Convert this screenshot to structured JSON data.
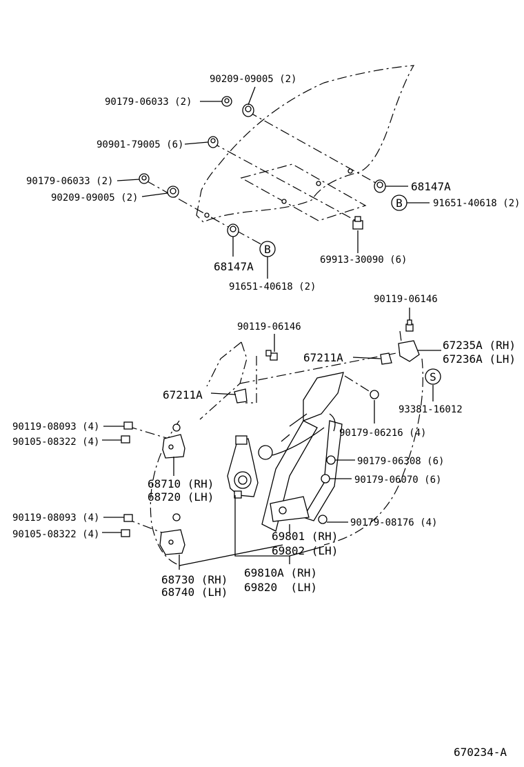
{
  "figure_code": "670234-A",
  "labels": {
    "p1": "90209-09005 (2)",
    "p2": "90179-06033 (2)",
    "p3": "90901-79005 (6)",
    "p4": "90179-06033 (2)",
    "p5": "90209-09005 (2)",
    "p6": "68147A",
    "p7": "91651-40618 (2)",
    "p8": "69913-30090 (6)",
    "p9": "68147A",
    "p10": "91651-40618 (2)",
    "p11": "90119-06146",
    "p12": "90119-06146",
    "p13": "67211A",
    "p14": "67235A (RH)",
    "p15": "67236A (LH)",
    "p16": "67211A",
    "p17": "93381-16012",
    "p18": "90119-08093 (4)",
    "p19": "90105-08322 (4)",
    "p20": "90179-06216 (4)",
    "p21": "90179-06308 (6)",
    "p22": "68710 (RH)",
    "p23": "68720 (LH)",
    "p24": "90179-06070 (6)",
    "p25": "90119-08093 (4)",
    "p26": "90105-08322 (4)",
    "p27": "90179-08176 (4)",
    "p28": "69801 (RH)",
    "p29": "69802 (LH)",
    "p30": "68730 (RH)",
    "p31": "68740 (LH)",
    "p32": "69810A (RH)",
    "p33": "69820  (LH)"
  },
  "markers": {
    "b_marker_right": "B",
    "b_marker_left": "B",
    "s_marker": "S"
  }
}
